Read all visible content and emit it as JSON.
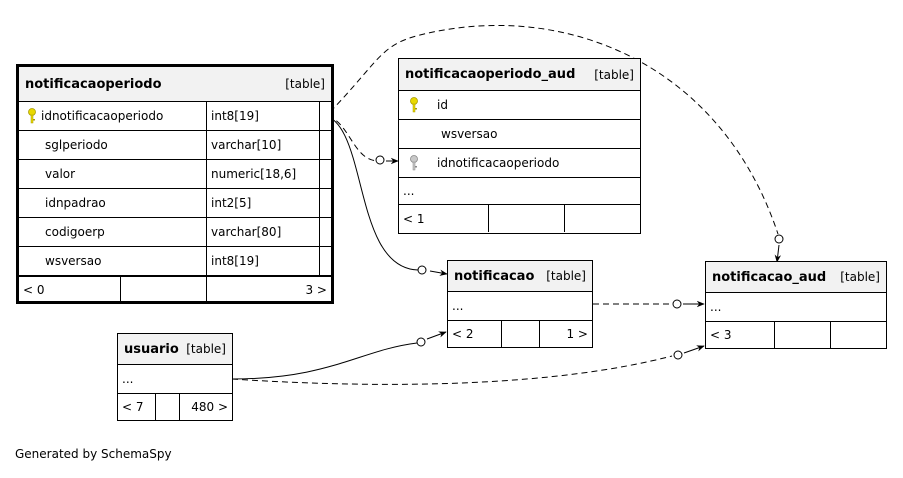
{
  "tables": {
    "notificacaoperiodo": {
      "name": "notificacaoperiodo",
      "kind": "[table]",
      "columns": [
        {
          "name": "idnotificacaoperiodo",
          "type": "int8[19]",
          "key": "primary"
        },
        {
          "name": "sglperiodo",
          "type": "varchar[10]"
        },
        {
          "name": "valor",
          "type": "numeric[18,6]"
        },
        {
          "name": "idnpadrao",
          "type": "int2[5]"
        },
        {
          "name": "codigoerp",
          "type": "varchar[80]"
        },
        {
          "name": "wsversao",
          "type": "int8[19]"
        }
      ],
      "footer": {
        "parents": "< 0",
        "middle": "",
        "children": "3 >"
      }
    },
    "notificacaoperiodo_aud": {
      "name": "notificacaoperiodo_aud",
      "kind": "[table]",
      "columns": [
        {
          "name": "id",
          "key": "primary"
        },
        {
          "name": "wsversao"
        },
        {
          "name": "idnotificacaoperiodo",
          "key": "foreign"
        }
      ],
      "ellipsis": "...",
      "footer": {
        "parents": "< 1",
        "middle": "",
        "children": ""
      }
    },
    "notificacao": {
      "name": "notificacao",
      "kind": "[table]",
      "ellipsis": "...",
      "footer": {
        "parents": "< 2",
        "middle": "",
        "children": "1 >"
      }
    },
    "notificacao_aud": {
      "name": "notificacao_aud",
      "kind": "[table]",
      "ellipsis": "...",
      "footer": {
        "parents": "< 3",
        "middle": "",
        "children": ""
      }
    },
    "usuario": {
      "name": "usuario",
      "kind": "[table]",
      "ellipsis": "...",
      "footer": {
        "parents": "< 7",
        "middle": "",
        "children": "480 >"
      }
    }
  },
  "footer_text": "Generated by SchemaSpy",
  "colors": {
    "primary_key": "#e8d800",
    "foreign_key": "#b0b0b0",
    "header_bg": "#f2f2f2"
  }
}
